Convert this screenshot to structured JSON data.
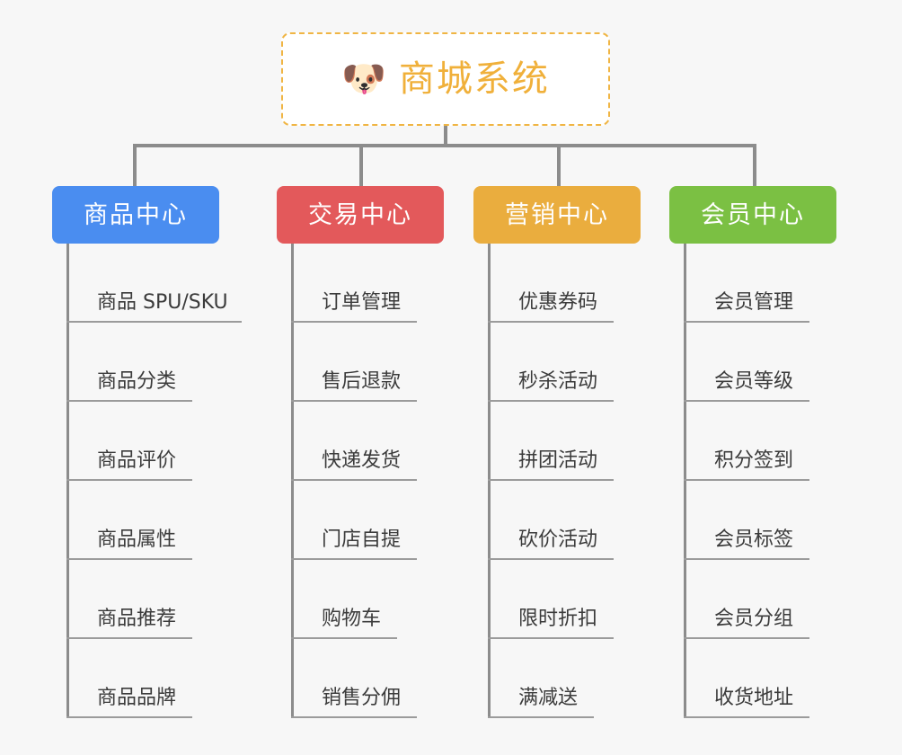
{
  "diagram": {
    "title": "商城系统",
    "background_color": "#f7f7f7",
    "connector_color": "#8c8c8c"
  },
  "root": {
    "label": "商城系统",
    "icon": "shiba-dog-face-emoji",
    "emoji": "🐶",
    "text_color": "#f0b03a",
    "border_color": "#f0b544",
    "border_style": "dashed",
    "background": "#ffffff"
  },
  "categories": [
    {
      "label": "商品中心",
      "color": "#4a8df0",
      "items": [
        "商品 SPU/SKU",
        "商品分类",
        "商品评价",
        "商品属性",
        "商品推荐",
        "商品品牌"
      ]
    },
    {
      "label": "交易中心",
      "color": "#e3595b",
      "items": [
        "订单管理",
        "售后退款",
        "快递发货",
        "门店自提",
        "购物车",
        "销售分佣"
      ]
    },
    {
      "label": "营销中心",
      "color": "#eaad3e",
      "items": [
        "优惠券码",
        "秒杀活动",
        "拼团活动",
        "砍价活动",
        "限时折扣",
        "满减送"
      ]
    },
    {
      "label": "会员中心",
      "color": "#7bc043",
      "items": [
        "会员管理",
        "会员等级",
        "积分签到",
        "会员标签",
        "会员分组",
        "收货地址"
      ]
    }
  ]
}
